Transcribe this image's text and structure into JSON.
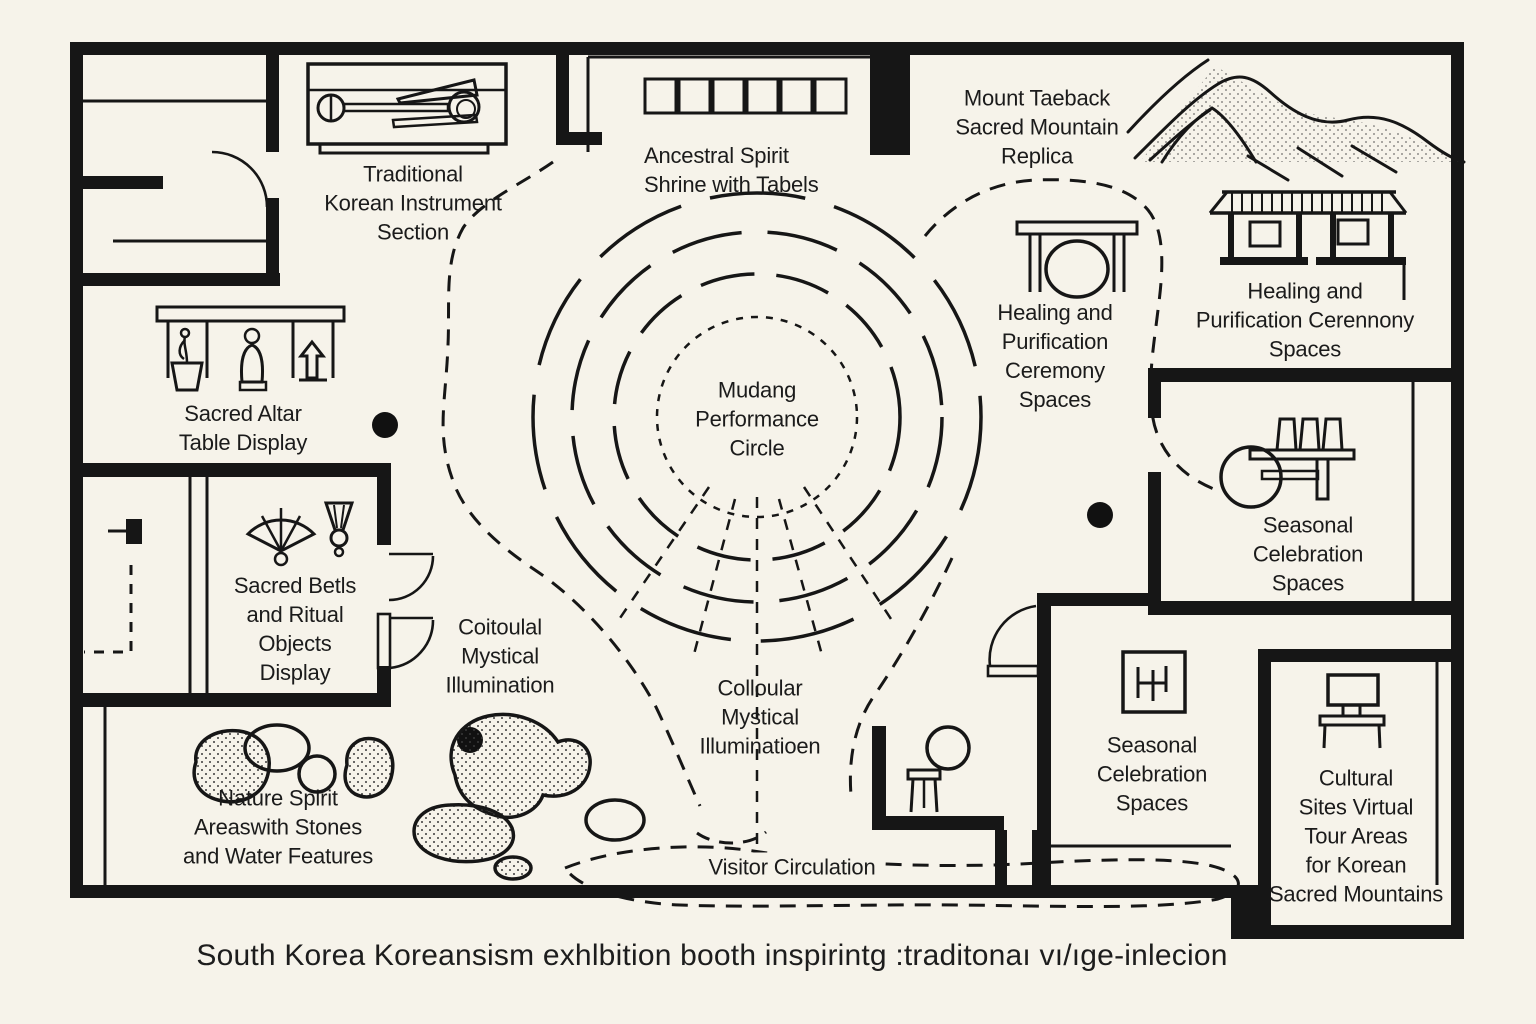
{
  "colors": {
    "background": "#f6f3ea",
    "ink": "#161616"
  },
  "caption": "South Korea Koreansism exhlbition booth inspirintg :traditonaı vı/ıge-inlecion",
  "labels": {
    "instrument": "Traditional\nKorean Instrument\nSection",
    "shrine": "Ancestral Spirit\nShrine with Tabels",
    "mountain": "Mount Taeback\nSacred Mountain\nReplica",
    "healing_center": "Healing and\nPurification\nCeremony\nSpaces",
    "healing_right": "Healing and\nPurification Cerennony\nSpaces",
    "altar": "Sacred Altar\nTable Display",
    "bells": "Sacred Betls\nand Ritual\nObjects\nDisplay",
    "mudang": "Mudang\nPerformance\nCircle",
    "illumination_left": "Coitoulal\nMystical\nIllumination",
    "illumination_center": "Colloular\nMystical\nIlluminatioen",
    "nature": "Nature Spirit\nAreaswith Stones\nand Water Features",
    "seasonal_right": "Seasonal\nCelebration\nSpaces",
    "seasonal_bottom": "Seasonal\nCelebration\nSpaces",
    "cultural": "Cultural\nSites Virtual\nTour Areas\nfor Korean\nSacred Mountains",
    "circulation": "Visitor Circulation"
  }
}
